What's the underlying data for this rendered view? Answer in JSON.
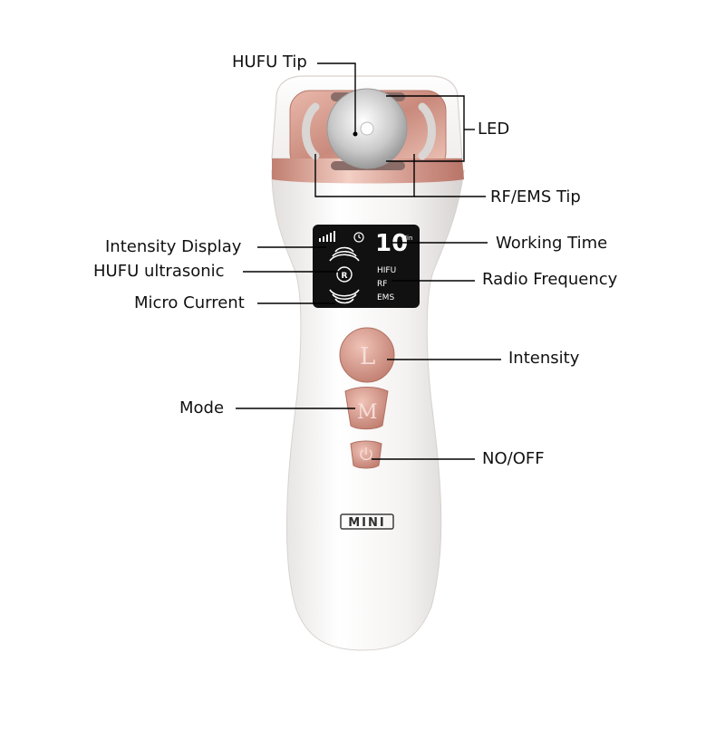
{
  "labels": {
    "hufu_tip": "HUFU Tip",
    "led": "LED",
    "rf_ems_tip": "RF/EMS Tip",
    "intensity_display": "Intensity Display",
    "hufu_ultrasonic": "HUFU ultrasonic",
    "micro_current": "Micro Current",
    "working_time": "Working Time",
    "radio_frequency": "Radio Frequency",
    "intensity": "Intensity",
    "mode": "Mode",
    "on_off": "NO/OFF"
  },
  "screen": {
    "time_value": "10",
    "time_unit": "Min",
    "mode_hifu": "HIFU",
    "mode_rf": "RF",
    "mode_ems": "EMS",
    "center_icon": "R"
  },
  "buttons": {
    "intensity_letter": "L",
    "mode_letter": "M",
    "power_icon": "power-icon"
  },
  "brand": {
    "logo_text": "MINI"
  },
  "colors": {
    "rose_gold": "#d49a8c",
    "rose_dark": "#b57466",
    "body_white": "#f7f5f4",
    "screen_black": "#111111"
  }
}
